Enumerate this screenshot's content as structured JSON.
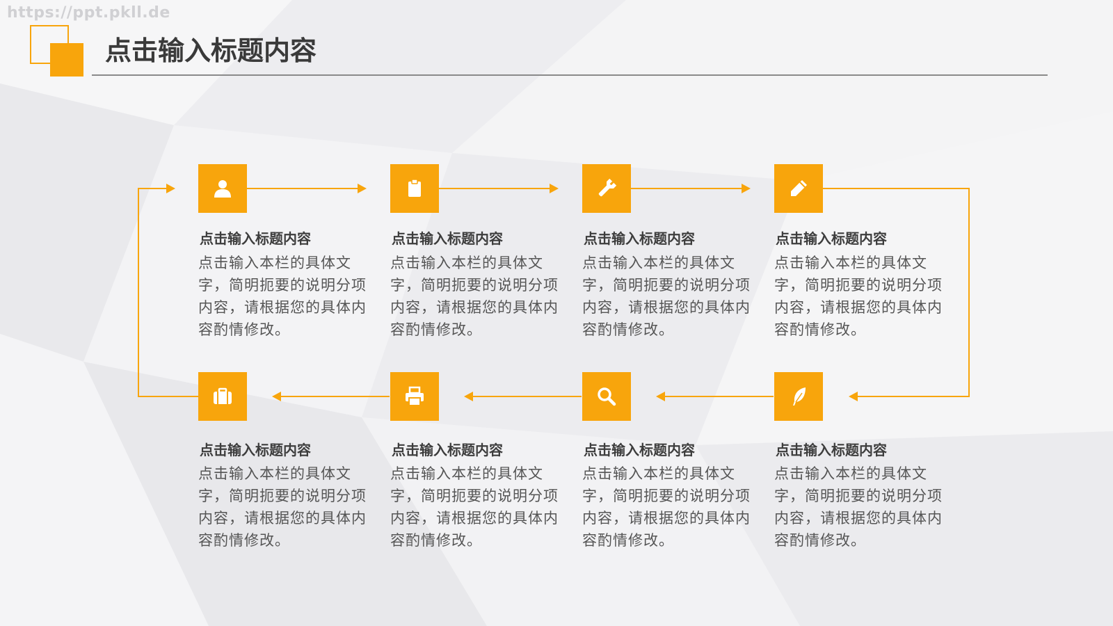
{
  "watermark": "https://ppt.pkll.de",
  "slide_title": "点击输入标题内容",
  "colors": {
    "accent": "#f8a50c",
    "text_dark": "#3d3d3d",
    "text_body": "#555555",
    "rule": "#8a8a8a"
  },
  "steps": [
    {
      "icon": "user-icon",
      "title": "点击输入标题内容",
      "text": "点击输入本栏的具体文字，简明扼要的说明分项内容，请根据您的具体内容酌情修改。"
    },
    {
      "icon": "clipboard-icon",
      "title": "点击输入标题内容",
      "text": "点击输入本栏的具体文字，简明扼要的说明分项内容，请根据您的具体内容酌情修改。"
    },
    {
      "icon": "wrench-icon",
      "title": "点击输入标题内容",
      "text": "点击输入本栏的具体文字，简明扼要的说明分项内容，请根据您的具体内容酌情修改。"
    },
    {
      "icon": "pencil-icon",
      "title": "点击输入标题内容",
      "text": "点击输入本栏的具体文字，简明扼要的说明分项内容，请根据您的具体内容酌情修改。"
    },
    {
      "icon": "feather-icon",
      "title": "点击输入标题内容",
      "text": "点击输入本栏的具体文字，简明扼要的说明分项内容，请根据您的具体内容酌情修改。"
    },
    {
      "icon": "search-icon",
      "title": "点击输入标题内容",
      "text": "点击输入本栏的具体文字，简明扼要的说明分项内容，请根据您的具体内容酌情修改。"
    },
    {
      "icon": "printer-icon",
      "title": "点击输入标题内容",
      "text": "点击输入本栏的具体文字，简明扼要的说明分项内容，请根据您的具体内容酌情修改。"
    },
    {
      "icon": "briefcase-icon",
      "title": "点击输入标题内容",
      "text": "点击输入本栏的具体文字，简明扼要的说明分项内容，请根据您的具体内容酌情修改。"
    }
  ]
}
